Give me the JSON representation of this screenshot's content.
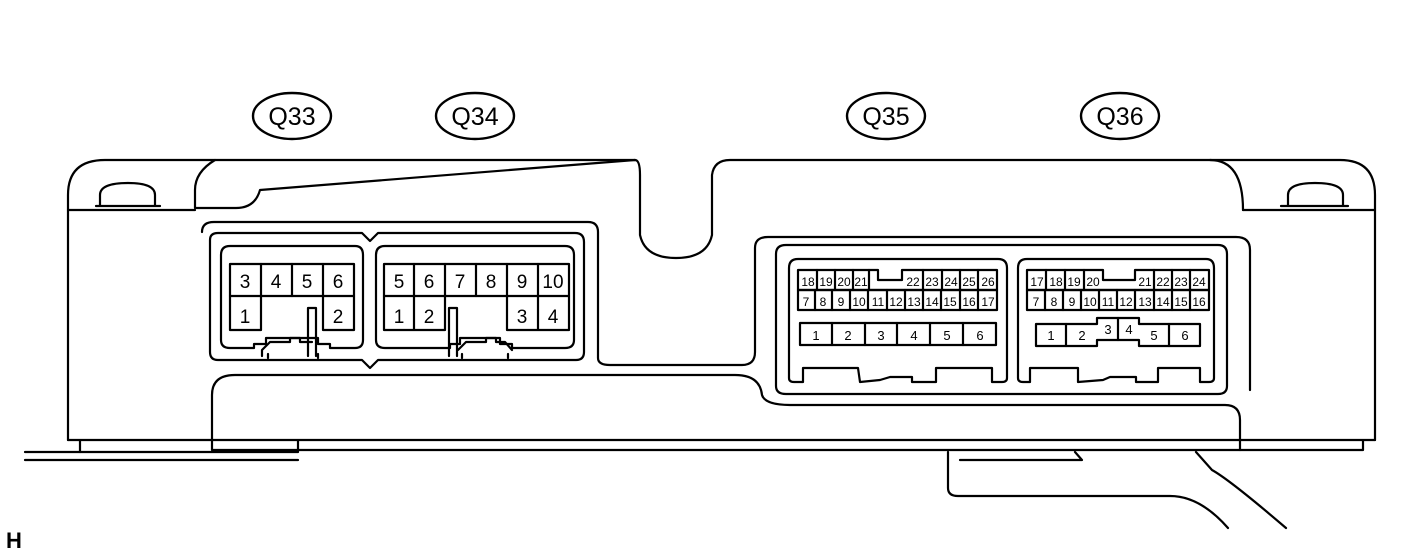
{
  "connectors": [
    {
      "id": "Q33",
      "label": "Q33",
      "top_row": [
        "3",
        "4",
        "5",
        "6"
      ],
      "bottom_row": [
        "1",
        "2"
      ]
    },
    {
      "id": "Q34",
      "label": "Q34",
      "top_row": [
        "5",
        "6",
        "7",
        "8",
        "9",
        "10"
      ],
      "bottom_row": [
        "1",
        "2",
        "3",
        "4"
      ]
    },
    {
      "id": "Q35",
      "label": "Q35",
      "row1": [
        "18",
        "19",
        "20",
        "21",
        "22",
        "23",
        "24",
        "25",
        "26"
      ],
      "row2": [
        "7",
        "8",
        "9",
        "10",
        "11",
        "12",
        "13",
        "14",
        "15",
        "16",
        "17"
      ],
      "row3": [
        "1",
        "2",
        "3",
        "4",
        "5",
        "6"
      ]
    },
    {
      "id": "Q36",
      "label": "Q36",
      "row1": [
        "17",
        "18",
        "19",
        "20",
        "21",
        "22",
        "23",
        "24"
      ],
      "row2": [
        "7",
        "8",
        "9",
        "10",
        "11",
        "12",
        "13",
        "14",
        "15",
        "16"
      ],
      "row3": [
        "1",
        "2",
        "3",
        "4",
        "5",
        "6"
      ]
    }
  ],
  "corner_label": "H"
}
